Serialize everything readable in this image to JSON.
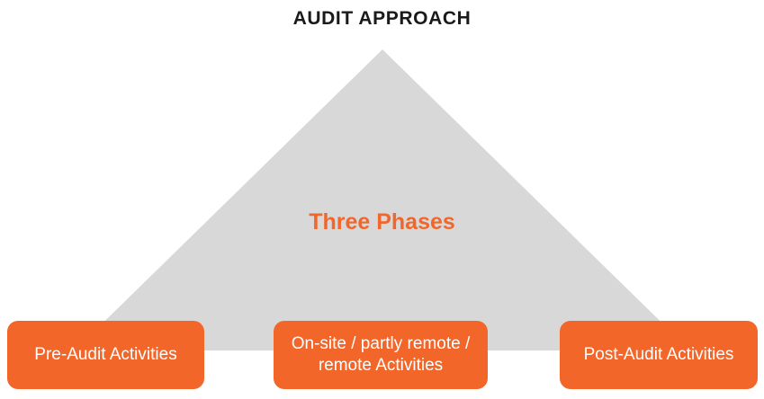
{
  "title": "AUDIT APPROACH",
  "pyramid": {
    "label": "Three Phases"
  },
  "phases": [
    {
      "label": "Pre-Audit Activities"
    },
    {
      "label": "On-site / partly remote / remote Activities"
    },
    {
      "label": "Post-Audit Activities"
    }
  ],
  "colors": {
    "accent": "#f2662a",
    "triangle": "#d8d8d9",
    "title": "#1a1a1a",
    "box_text": "#ffffff",
    "background": "#ffffff"
  }
}
